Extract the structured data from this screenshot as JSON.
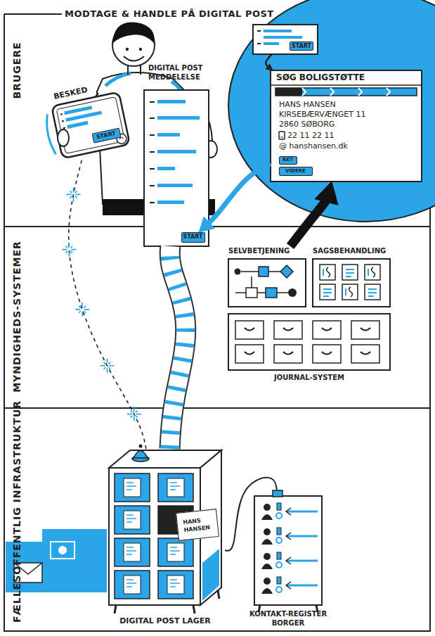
{
  "diagram": {
    "title": "MODTAGE & HANDLE PÅ DIGITAL POST",
    "nodes": [
      {
        "text": [
          "BRUGERE"
        ]
      },
      {
        "text": [
          "BESKED"
        ],
        "in": 0
      },
      {
        "text": [
          "START"
        ],
        "in": 1
      },
      {
        "text": [
          "DIGITAL POST MEDDELELSE"
        ],
        "in": 0
      },
      {
        "text": [
          "START"
        ],
        "in": 3
      },
      {
        "text": [
          "START"
        ],
        "in": 0
      },
      {
        "text": [
          "SØG BOLIGSTØTTE",
          "HANS HANSEN",
          "KIRSEBÆRVÆNGET 11",
          "2860 SØBORG",
          "22 11 22 11",
          "@ hanshansen.dk"
        ],
        "in": 0
      },
      {
        "text": [
          "RET"
        ],
        "in": 6
      },
      {
        "text": [
          "VIDERE"
        ],
        "in": 6
      },
      {
        "text": [
          "MYNDIGHEDS-SYSTEMER"
        ]
      },
      {
        "text": [
          "SELVBETJENING"
        ],
        "in": 9
      },
      {
        "text": [
          "SAGSBEHANDLING"
        ],
        "in": 9
      },
      {
        "text": [
          "JOURNAL-SYSTEM"
        ],
        "in": 9
      },
      {
        "text": [
          "FÆLLESOFFENTLIG INFRASTRUKTUR"
        ]
      },
      {
        "text": [
          "DIGITAL POST LAGER"
        ],
        "in": 13
      },
      {
        "text": [
          "HANS HANSEN"
        ],
        "in": 14
      },
      {
        "text": [
          "KONTAKT-REGISTER BORGER"
        ],
        "in": 13
      }
    ],
    "edges": [
      {
        "from": 14,
        "to": 1,
        "arrow": "none"
      },
      {
        "from": 14,
        "to": 3,
        "arrow": "none"
      },
      {
        "from": 14,
        "to": 16,
        "arrow": "none"
      },
      {
        "from": 10,
        "to": 6,
        "arrow": "to"
      },
      {
        "from": 5,
        "to": 6,
        "arrow": "to"
      },
      {
        "from": 6,
        "to": 4,
        "arrow": "to"
      }
    ]
  }
}
